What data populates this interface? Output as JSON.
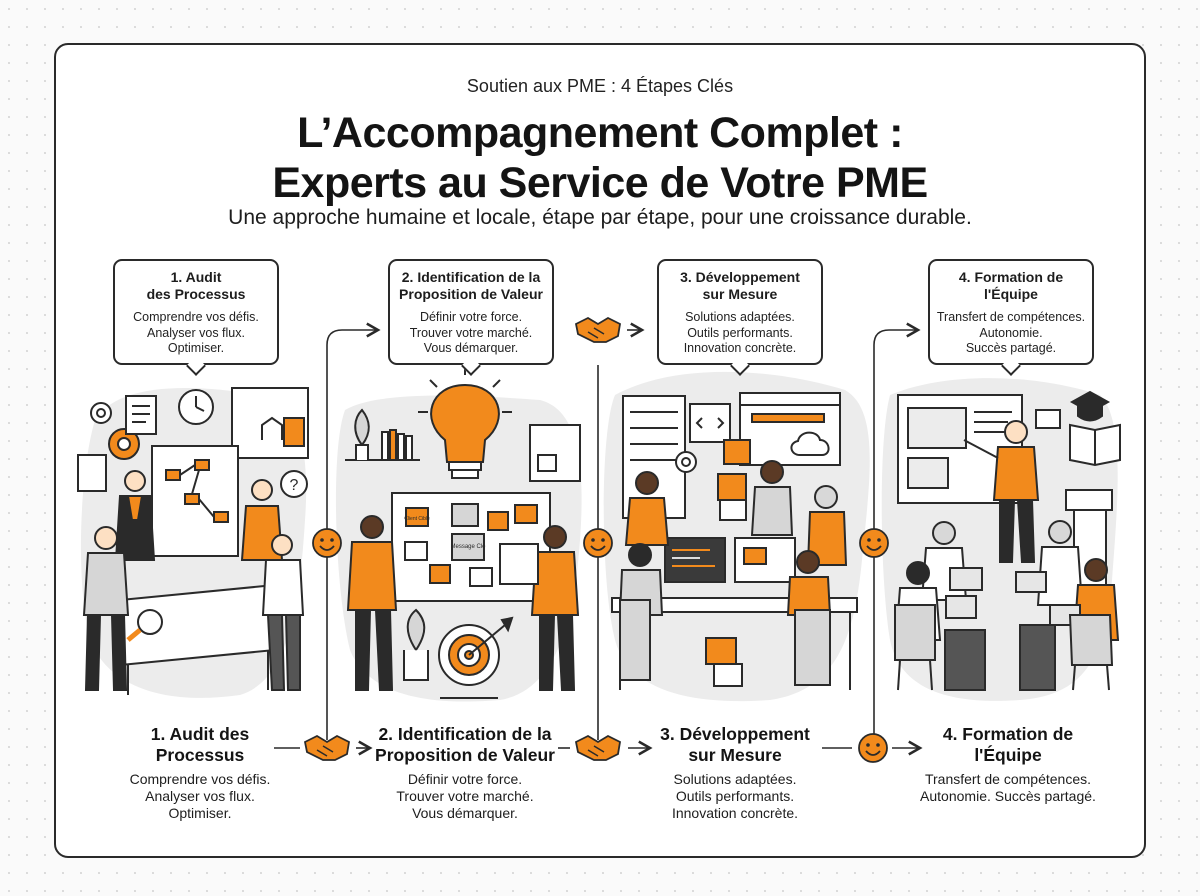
{
  "header": {
    "eyebrow": "Soutien aux PME : 4 Étapes Clés",
    "title_line1": "L’Accompagnement Complet :",
    "title_line2": "Experts au Service de Votre PME",
    "subtitle": "Une approche humaine et locale, étape par étape, pour une croissance durable."
  },
  "bubbles": [
    {
      "title": [
        "1. Audit",
        "des Processus"
      ],
      "lines": [
        "Comprendre vos défis.",
        "Analyser vos flux.",
        "Optimiser."
      ]
    },
    {
      "title": [
        "2. Identification de la",
        "Proposition de Valeur"
      ],
      "lines": [
        "Définir votre force.",
        "Trouver votre marché.",
        "Vous démarquer."
      ]
    },
    {
      "title": [
        "3. Développement",
        "sur Mesure"
      ],
      "lines": [
        "Solutions adaptées.",
        "Outils performants.",
        "Innovation concrète."
      ]
    },
    {
      "title": [
        "4. Formation de",
        "l'Équipe"
      ],
      "lines": [
        "Transfert de compétences.",
        "Autonomie.",
        "Succès partagé."
      ]
    }
  ],
  "steps": [
    {
      "title": [
        "1. Audit des",
        "Processus"
      ],
      "desc": [
        "Comprendre vos défis.",
        "Analyser vos flux.",
        "Optimiser."
      ]
    },
    {
      "title": [
        "2. Identification de la",
        "Proposition de Valeur"
      ],
      "desc": [
        "Définir votre force.",
        "Trouver votre marché.",
        "Vous démarquer."
      ]
    },
    {
      "title": [
        "3. Développement",
        "sur Mesure"
      ],
      "desc": [
        "Solutions adaptées.",
        "Outils performants.",
        "Innovation concrète."
      ]
    },
    {
      "title": [
        "4. Formation de",
        "l'Équipe"
      ],
      "desc": [
        "Transfert de compétences.",
        "Autonomie. Succès partagé."
      ]
    }
  ],
  "illustration_labels": {
    "sticky_note_1": "Client Cible",
    "sticky_note_2": "Message Clé"
  },
  "icons": [
    "handshake-icon",
    "smiley-icon",
    "arrow-right-icon",
    "lightbulb-icon",
    "target-icon",
    "gear-icon",
    "clock-icon",
    "graduation-cap-icon",
    "book-icon",
    "code-icon",
    "cloud-icon"
  ],
  "colors": {
    "accent": "#f28a1c",
    "ink": "#2a2a2a",
    "gray_blob": "#ececec",
    "background": "#fafafa"
  }
}
